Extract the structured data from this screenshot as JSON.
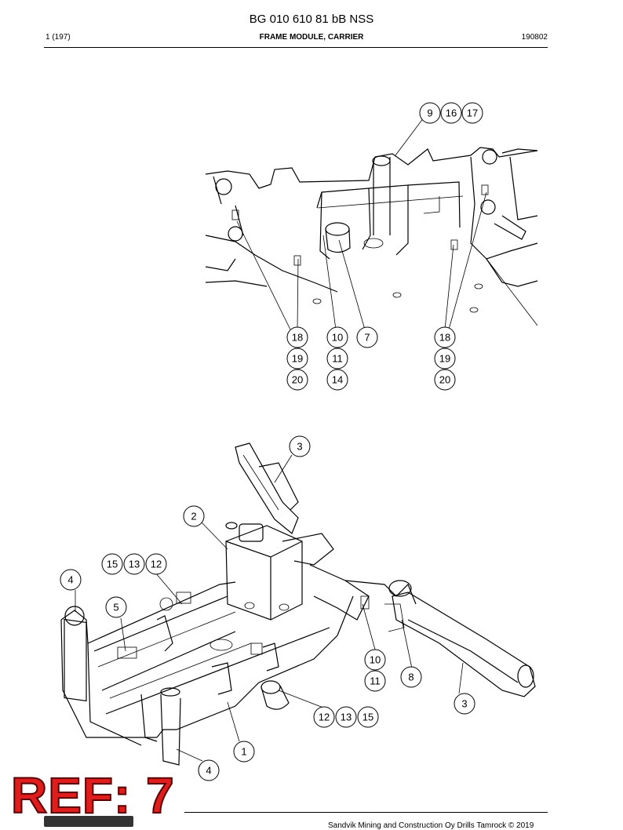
{
  "header": {
    "doc_id": "BG 010 610 81 bB NSS",
    "page": "1 (197)",
    "title": "FRAME MODULE, CARRIER",
    "date": "190802"
  },
  "footer": {
    "text": "Sandvik Mining and Construction Oy Drills Tamrock © 2019"
  },
  "stamp": {
    "label": "REF: 7",
    "color": "#e01d1d"
  },
  "top_view": {
    "callouts": [
      "9",
      "16",
      "17",
      "18",
      "19",
      "20",
      "10",
      "11",
      "14",
      "7",
      "18",
      "19",
      "20"
    ]
  },
  "bottom_view": {
    "callouts": [
      "3",
      "2",
      "15",
      "13",
      "12",
      "4",
      "5",
      "10",
      "11",
      "8",
      "3",
      "12",
      "13",
      "15",
      "1",
      "4"
    ]
  }
}
